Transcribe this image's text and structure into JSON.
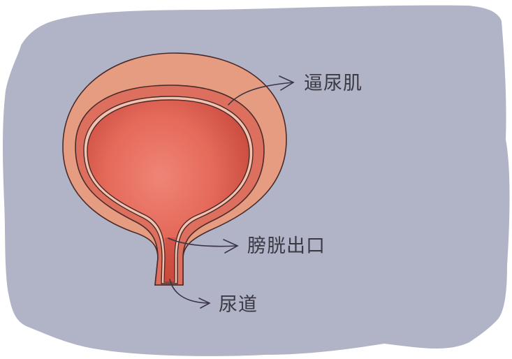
{
  "diagram": {
    "subject": "bladder cross-section",
    "labels": [
      {
        "id": "detrusor",
        "text": "逼尿肌"
      },
      {
        "id": "bladder_outlet",
        "text": "膀胱出口"
      },
      {
        "id": "urethra",
        "text": "尿道"
      }
    ]
  },
  "colors": {
    "background_blob": "#b1b4c7",
    "outer_layer": "#e69c80",
    "middle_layer": "#dd6f5f",
    "inner_lining": "#f2c2ae",
    "lumen_center": "#ee8272",
    "lumen_edge": "#c9483d",
    "outline": "#4a2a2a",
    "label_text": "#3b3a44",
    "arrow": "#3b3548"
  }
}
